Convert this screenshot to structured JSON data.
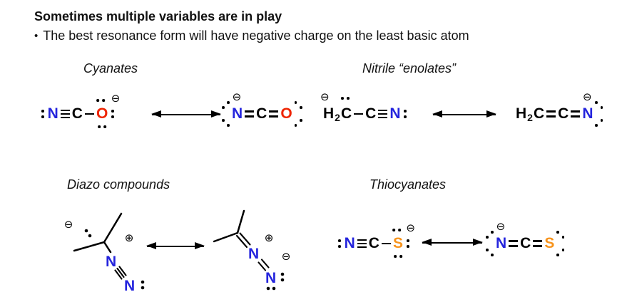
{
  "header": {
    "title": "Sometimes multiple variables are in play",
    "bullet": "•",
    "subtitle": "The best resonance form will have negative charge on the least basic atom"
  },
  "section_labels": {
    "cyanates": "Cyanates",
    "nitrile_enolates": "Nitrile “enolates”",
    "diazo": "Diazo compounds",
    "thiocyanates": "Thiocyanates"
  },
  "tokens": {
    "N": "N",
    "C": "C",
    "O": "O",
    "S": "S",
    "H": "H",
    "two": "2"
  },
  "charges": {
    "minus": "⊖",
    "plus": "⊕"
  },
  "colors": {
    "nitrogen": "#2424dd",
    "oxygen": "#ee2400",
    "sulfur": "#f7941d",
    "carbon": "#000000"
  },
  "molecules": {
    "cyanate_left": {
      "formula": ":N≡C−O:",
      "charge": "⊖",
      "charge_on": "O"
    },
    "cyanate_right": {
      "formula": ":N=C=O:",
      "charge": "⊖",
      "charge_on": "N"
    },
    "nitrile_left": {
      "formula": "H2C−C≡N:",
      "charge": "⊖",
      "charge_on": "CH2"
    },
    "nitrile_right": {
      "formula": "H2C=C=N:",
      "charge": "⊖",
      "charge_on": "N"
    },
    "diazo_left": {
      "formula": "(CH3)2C−N≡N:",
      "charges": "⊖ on C, ⊕ on inner N"
    },
    "diazo_right": {
      "formula": "(CH3)2C=N=N:",
      "charges": "⊕ on inner N, ⊖ on terminal N"
    },
    "thiocyanate_left": {
      "formula": ":N≡C−S:",
      "charge": "⊖",
      "charge_on": "S"
    },
    "thiocyanate_right": {
      "formula": ":N=C=S:",
      "charge": "⊖",
      "charge_on": "N"
    }
  }
}
